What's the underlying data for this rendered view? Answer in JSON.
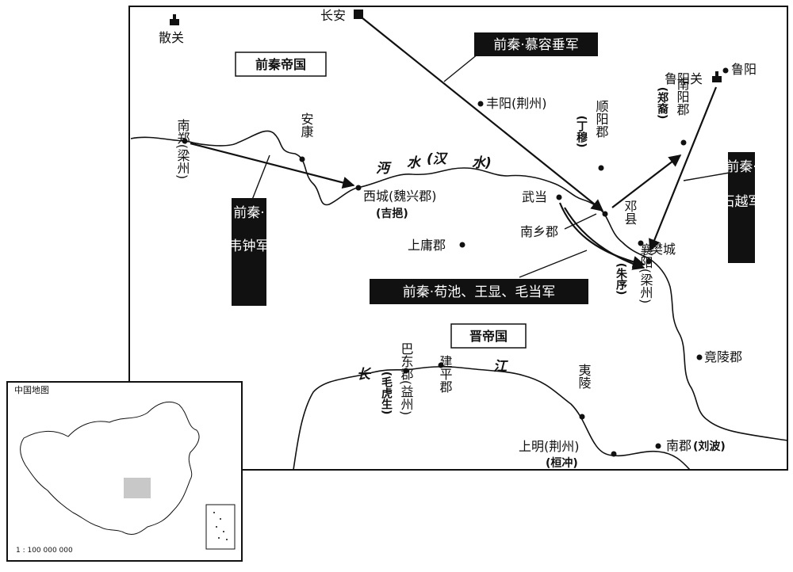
{
  "map": {
    "empires": {
      "qin": "前秦帝国",
      "jin": "晋帝国"
    },
    "rivers": {
      "han_a": "沔",
      "han_b": "水",
      "han_c": "(汉",
      "han_d": "水)",
      "yangtze_a": "长",
      "yangtze_b": "江"
    },
    "places": {
      "sanguan": "散关",
      "changan": "长安",
      "fengyang": "丰阳(荆州)",
      "shunyang": "顺阳郡",
      "shunyang_note": "(丁穆)",
      "luyangguan": "鲁阳关",
      "luyang": "鲁阳",
      "nanyang": "南阳郡",
      "nanyang_note": "(郑裔)",
      "ankang": "安康",
      "nanzheng": "南郑(梁州)",
      "xicheng": "西城(魏兴郡)",
      "xicheng_note": "(吉挹)",
      "wudang": "武当",
      "nanxiang": "南乡郡",
      "dengxian": "邓县",
      "fancheng": "樊城",
      "shangyong": "上庸郡",
      "xiangyang": "襄阳(梁州)",
      "xiangyang_note": "(朱序)",
      "jingling": "竟陵郡",
      "badong": "巴东郡(益州)",
      "badong_note": "(毛虎生)",
      "jianping": "建平郡",
      "yiling": "夷陵",
      "shangming": "上明(荆州)",
      "shangming_note": "(桓冲)",
      "nanjun": "南郡",
      "nanjun_note": "(刘波)"
    },
    "armies": {
      "murong": "前秦·慕容垂军",
      "wei_a": "前秦·",
      "wei_b": "韦钟军",
      "shi_a": "前秦·",
      "shi_b": "石越军",
      "gou": "前秦·苟池、王显、毛当军"
    }
  },
  "inset": {
    "title": "中国地图",
    "scale": "1 : 100 000 000",
    "highlight_color": "#c8c8c8"
  },
  "colors": {
    "ink": "#111111",
    "label_box": "#111111",
    "label_text": "#ffffff"
  }
}
